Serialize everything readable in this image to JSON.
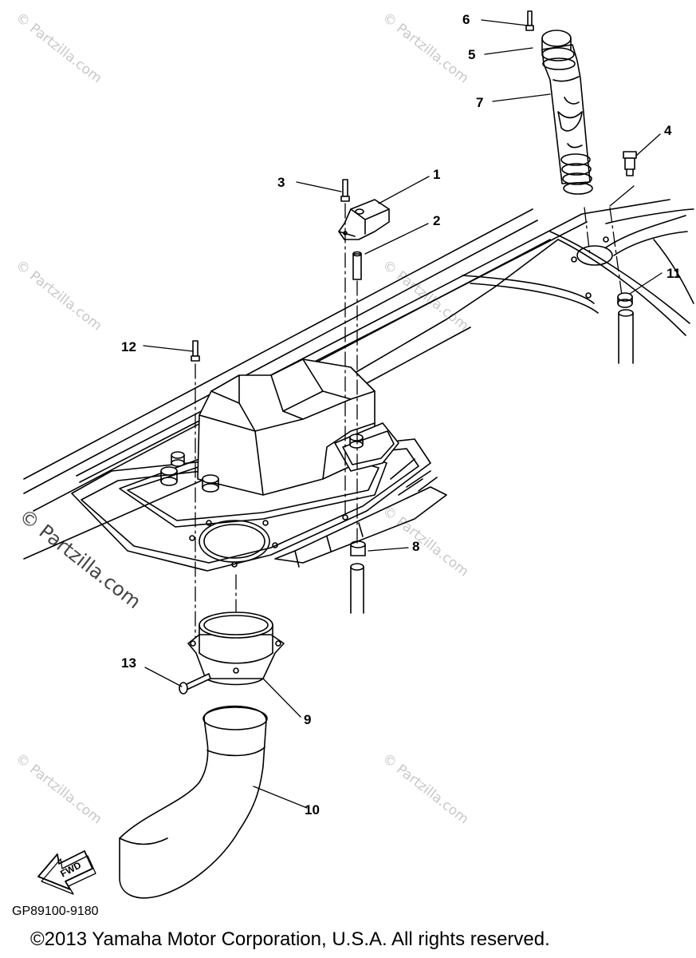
{
  "callouts": [
    "1",
    "2",
    "3",
    "4",
    "5",
    "6",
    "7",
    "8",
    "9",
    "10",
    "11",
    "12",
    "13"
  ],
  "watermark_text": "© Partzilla.com",
  "diagram_code": "GP89100-9180",
  "fwd_label": "FWD",
  "copyright": "©2013  Yamaha Motor Corporation, U.S.A. All rights reserved."
}
